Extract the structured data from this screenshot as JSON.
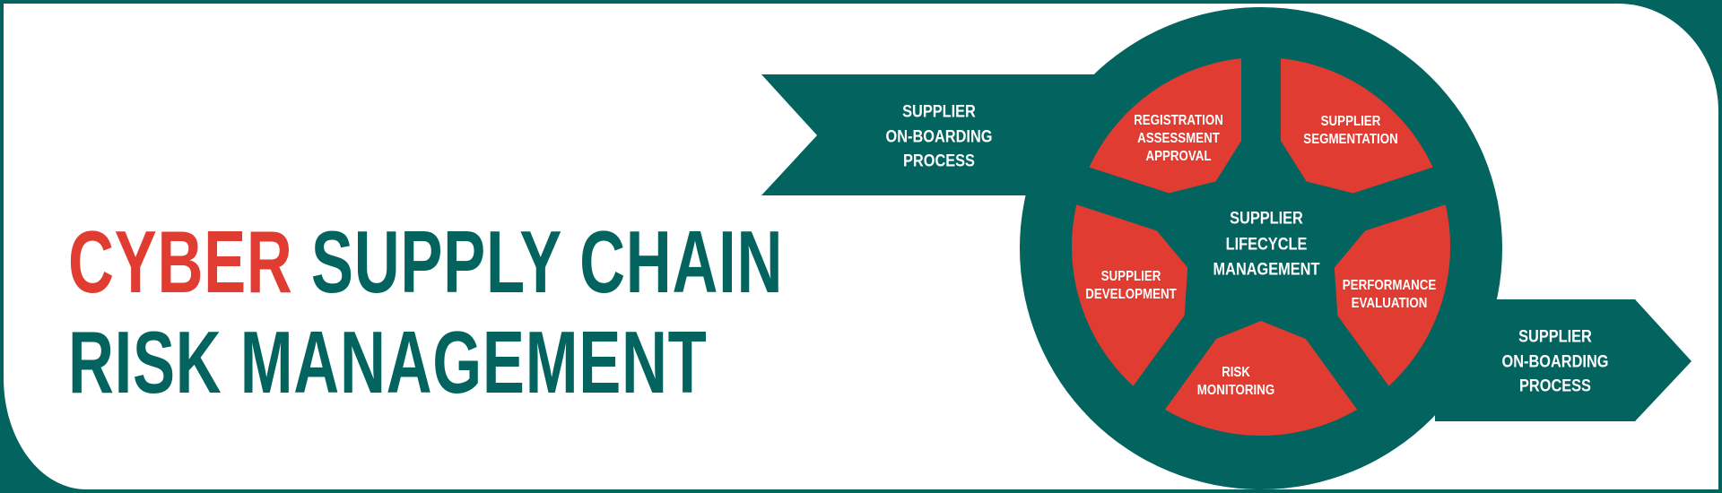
{
  "title": {
    "line1_accent": "CYBER",
    "line1_rest": "SUPPLY CHAIN",
    "line2": "RISK MANAGEMENT"
  },
  "left_arrow": {
    "lines": [
      "SUPPLIER",
      "ON-BOARDING",
      "PROCESS"
    ]
  },
  "right_arrow": {
    "lines": [
      "SUPPLIER",
      "ON-BOARDING",
      "PROCESS"
    ]
  },
  "center": {
    "lines": [
      "SUPPLIER",
      "LIFECYCLE",
      "MANAGEMENT"
    ]
  },
  "segments": [
    {
      "lines": [
        "REGISTRATION",
        "ASSESSMENT",
        "APPROVAL"
      ]
    },
    {
      "lines": [
        "SUPPLIER",
        "SEGMENTATION"
      ]
    },
    {
      "lines": [
        "PERFORMANCE",
        "EVALUATION"
      ]
    },
    {
      "lines": [
        "RISK",
        "MONITORING"
      ]
    },
    {
      "lines": [
        "SUPPLIER",
        "DEVELOPMENT"
      ]
    }
  ],
  "colors": {
    "teal": "#03635F",
    "red": "#E03C31",
    "white": "#FFFFFF"
  }
}
